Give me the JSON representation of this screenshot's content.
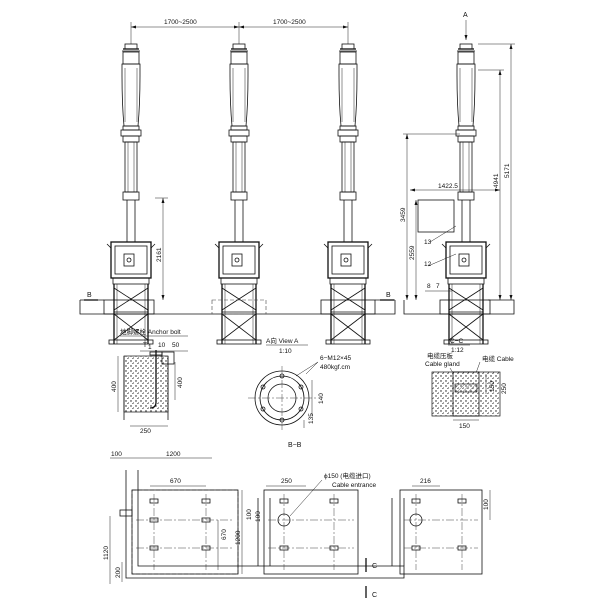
{
  "elevation": {
    "spacing_dims": [
      "1700~2500",
      "1700~2500"
    ],
    "height_2161": "2161",
    "section_mark": "B"
  },
  "side_view": {
    "view_mark": "A",
    "width_1422": "1422.5",
    "dims_vertical": [
      "3459",
      "2559",
      "4941",
      "5171"
    ],
    "item_labels": [
      "13",
      "12",
      "8",
      "7"
    ]
  },
  "anchor_bolt": {
    "title": "地脚螺栓 Anchor bolt",
    "dims": [
      "10",
      "50",
      "400",
      "400",
      "250"
    ],
    "top_marks": [
      "T",
      "1"
    ]
  },
  "view_a": {
    "title": "A向 View A",
    "scale": "1:10",
    "bolt_note": "6−M12×45",
    "torque_note": "480kgf.cm",
    "dims": [
      "140",
      "135"
    ]
  },
  "section_cc": {
    "title": "C−C",
    "scale": "1:12",
    "gland_label_cn": "电缆压板",
    "gland_label_en": "Cable gland",
    "cable_label": "电缆 Cable",
    "dims": [
      "150",
      "250",
      "150"
    ]
  },
  "section_bb": {
    "title": "B−B",
    "dims_top": [
      "100",
      "1200",
      "670"
    ],
    "dims_left": [
      "1120",
      "200"
    ],
    "dims_inner": [
      "670",
      "1200",
      "100"
    ],
    "mid_dims": [
      "250",
      "100"
    ],
    "entrance_cn": "ϕ150 (电缆进口)",
    "entrance_en": "Cable entrance",
    "right_dims": [
      "216",
      "100"
    ],
    "section_marks": [
      "C",
      "C"
    ]
  }
}
